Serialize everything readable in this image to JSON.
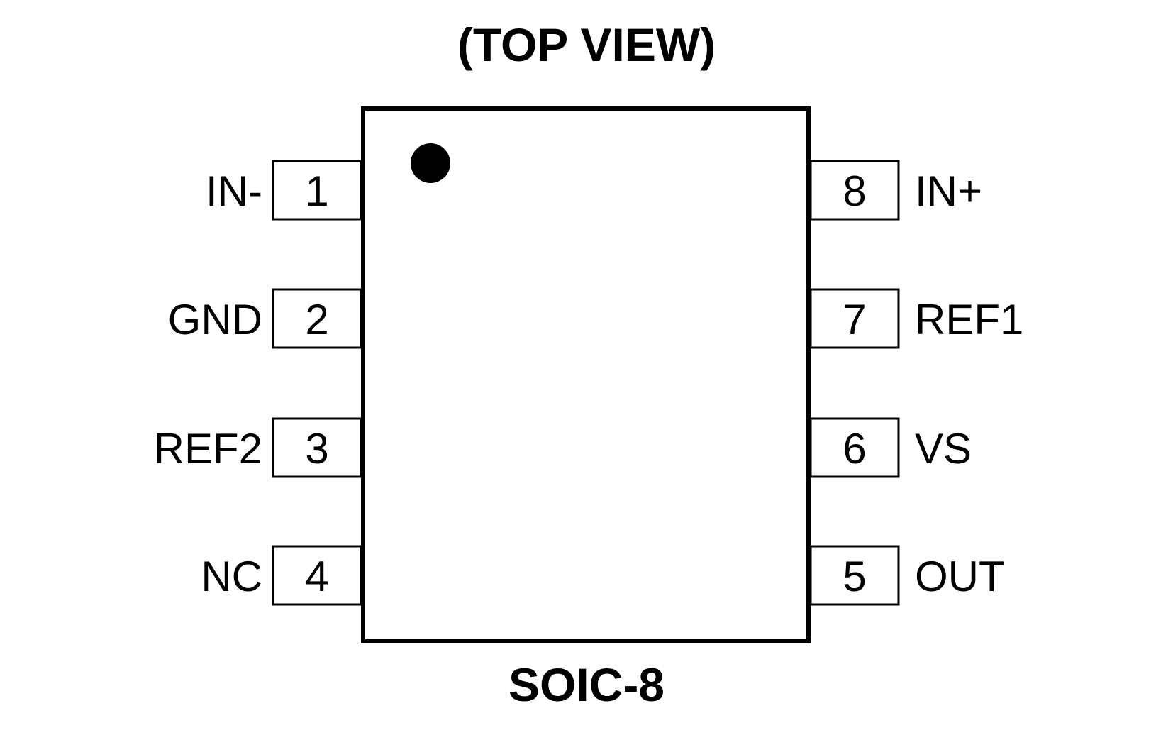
{
  "title": "(TOP VIEW)",
  "caption": "SOIC-8",
  "colors": {
    "ink": "#000000",
    "background": "#ffffff"
  },
  "package": {
    "type": "IC package pinout",
    "pin1_indicator_icon": "filled-dot-icon",
    "left_pins": [
      {
        "number": "1",
        "label": "IN-"
      },
      {
        "number": "2",
        "label": "GND"
      },
      {
        "number": "3",
        "label": "REF2"
      },
      {
        "number": "4",
        "label": "NC"
      }
    ],
    "right_pins": [
      {
        "number": "8",
        "label": "IN+"
      },
      {
        "number": "7",
        "label": "REF1"
      },
      {
        "number": "6",
        "label": "VS"
      },
      {
        "number": "5",
        "label": "OUT"
      }
    ]
  }
}
